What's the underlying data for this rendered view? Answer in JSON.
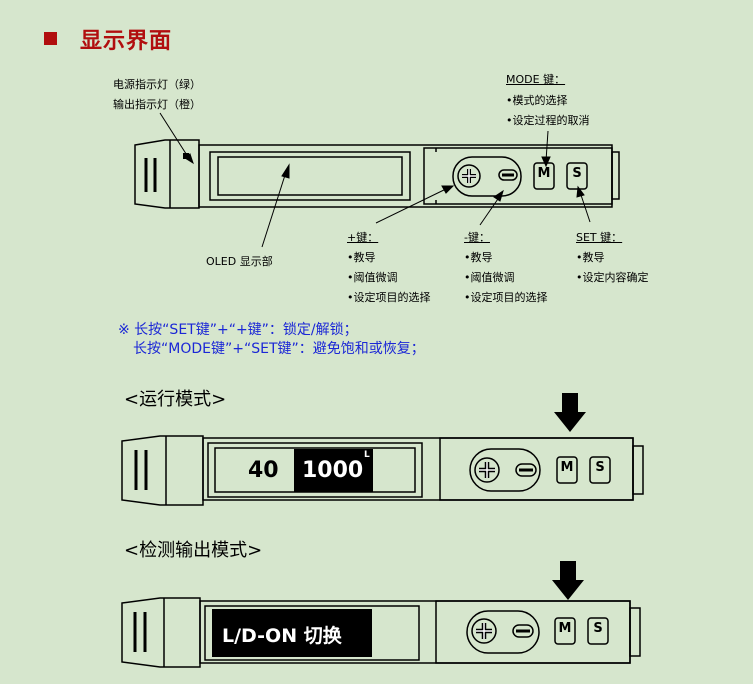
{
  "title": "显示界面",
  "labels": {
    "power_led": "电源指示灯（绿）",
    "output_led": "输出指示灯（橙）",
    "oled": "OLED  显示部",
    "mode_key": {
      "title": "MODE 键：",
      "items": [
        "•模式的选择",
        "•设定过程的取消"
      ]
    },
    "plus_key": {
      "title": "+键：",
      "items": [
        "•教导",
        "•阈值微调",
        "•设定项目的选择"
      ]
    },
    "minus_key": {
      "title": "-键：",
      "items": [
        "•教导",
        "•阈值微调",
        "•设定项目的选择"
      ]
    },
    "set_key": {
      "title": "SET 键：",
      "items": [
        "•教导",
        "•设定内容确定"
      ]
    }
  },
  "notes": [
    "※ 长按“SET键”+“+键”：锁定/解锁；",
    "长按“MODE键”+“SET键”：避免饱和或恢复；"
  ],
  "run_mode": {
    "title": "<运行模式>",
    "value_left": "40",
    "value_right": "1000",
    "superscript": "L"
  },
  "detect_mode": {
    "title": "<检测输出模式>",
    "screen_text": "L/D-ON 切换"
  },
  "buttons": {
    "m": "M",
    "s": "S"
  },
  "colors": {
    "background": "#d6e6cd",
    "title": "#b10e0e",
    "note": "#1b27d6"
  }
}
